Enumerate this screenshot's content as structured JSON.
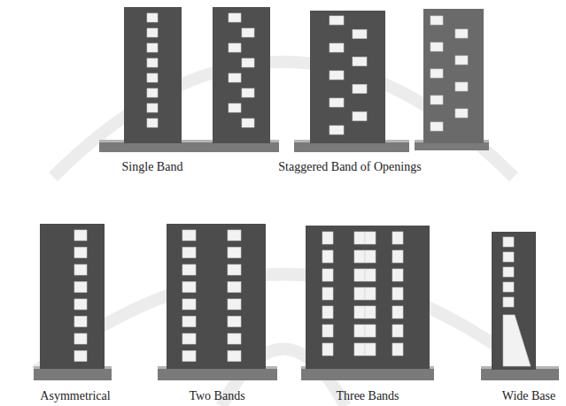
{
  "diagram": {
    "labels": [
      "Single Band",
      "Staggered Band of Openings",
      "Asymmetrical",
      "Two Bands",
      "Three Bands",
      "Wide Base"
    ]
  }
}
